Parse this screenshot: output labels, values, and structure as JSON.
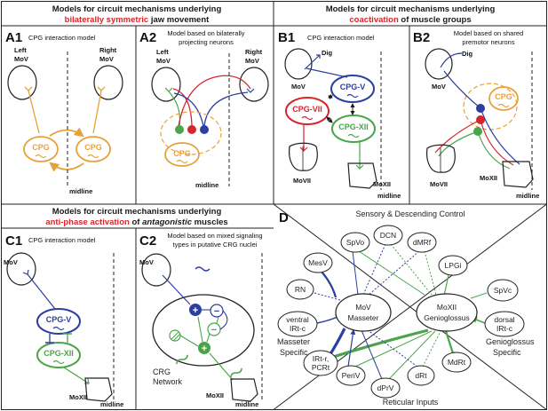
{
  "headers": {
    "top_left": {
      "line1": "Models for circuit mechanisms underlying",
      "highlight": "bilaterally symmetric",
      "rest": " jaw movement"
    },
    "top_right": {
      "line1": "Models for circuit mechanisms underlying",
      "highlight": "coactivation",
      "rest": " of muscle groups"
    },
    "bottom_left": {
      "line1": "Models for circuit mechanisms underlying",
      "highlight": "anti-phase activation",
      "rest_pre": " of ",
      "italic": "antagonistic",
      "rest": " muscles"
    }
  },
  "panels": {
    "A1": {
      "label": "A1",
      "subtitle": "CPG interaction model",
      "left_mov": [
        "Left",
        "MoV"
      ],
      "right_mov": [
        "Right",
        "MoV"
      ],
      "cpg_left": "CPG",
      "cpg_right": "CPG",
      "midline": "midline"
    },
    "A2": {
      "label": "A2",
      "subtitle": [
        "Model based on bilaterally",
        "projecting neurons"
      ],
      "left_mov": [
        "Left",
        "MoV"
      ],
      "right_mov": [
        "Right",
        "MoV"
      ],
      "cpg": "CPG",
      "midline": "midline"
    },
    "B1": {
      "label": "B1",
      "subtitle": "CPG interaction model",
      "dig": "Dig",
      "mov": "MoV",
      "cpg_v": "CPG-V",
      "cpg_vii": "CPG-VII",
      "cpg_xii": "CPG-XII",
      "movii": "MoVII",
      "moxii": "MoXII",
      "midline": "midline"
    },
    "B2": {
      "label": "B2",
      "subtitle": [
        "Model based on shared",
        "premotor neurons"
      ],
      "dig": "Dig",
      "mov": "MoV",
      "cpg": "CPG",
      "movii": "MoVII",
      "moxii": "MoXII",
      "midline": "midline"
    },
    "C1": {
      "label": "C1",
      "subtitle": "CPG interaction model",
      "mov": "MoV",
      "cpg_v": "CPG-V",
      "cpg_xii": "CPG-XII",
      "moxii": "MoXII",
      "midline": "midline"
    },
    "C2": {
      "label": "C2",
      "subtitle": [
        "Model based on mixed signaling",
        "types in putative CRG nuclei"
      ],
      "mov": "MoV",
      "network": [
        "CRG",
        "Network"
      ],
      "moxii": "MoXII",
      "midline": "midline"
    },
    "D": {
      "label": "D",
      "top_title": "Sensory & Descending Control",
      "bottom_title": "Reticular Inputs",
      "left_title": [
        "Masseter",
        "Specific"
      ],
      "right_title": [
        "Genioglossus",
        "Specific"
      ],
      "masseter": [
        "MoV",
        "Masseter"
      ],
      "genioglossus": [
        "MoXII",
        "Genioglossus"
      ],
      "nodes": {
        "spvo": "SpVo",
        "dcn": "DCN",
        "dmrf": "dMRf",
        "mesv": "MesV",
        "lpgi": "LPGi",
        "rn": "RN",
        "ventral": [
          "ventral",
          "IRt-c"
        ],
        "spvc": "SpVc",
        "dorsal": [
          "dorsal",
          "IRt-c"
        ],
        "irtr": [
          "IRt-r,",
          "PCRt"
        ],
        "periv": "PeriV",
        "dprv": "dPrV",
        "drt": "dRt",
        "mdrt": "MdRt"
      }
    }
  },
  "colors": {
    "mn_orange": "#e8a13a",
    "blue": "#2c3e9e",
    "red": "#d6262c",
    "green": "#4aa54a",
    "dark": "#1a1a1a"
  }
}
